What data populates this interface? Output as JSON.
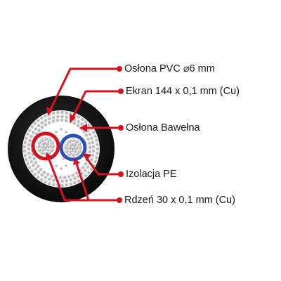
{
  "colors": {
    "leader": "#d3121e",
    "jacket": "#141414",
    "screen_dots": "#bdbdbd",
    "core_red": "#d3121e",
    "core_blue": "#2a4fb8",
    "strands": "#d0d0d0",
    "text": "#1a1a1a"
  },
  "labels": {
    "jacket": "Osłona PVC ⌀6 mm",
    "screen": "Ekran 144 x 0,1 mm (Cu)",
    "cotton": "Osłona Bawełna",
    "insulation": "Izolacja PE",
    "conductor": "Rdzeń  30 x 0,1  mm (Cu)"
  }
}
